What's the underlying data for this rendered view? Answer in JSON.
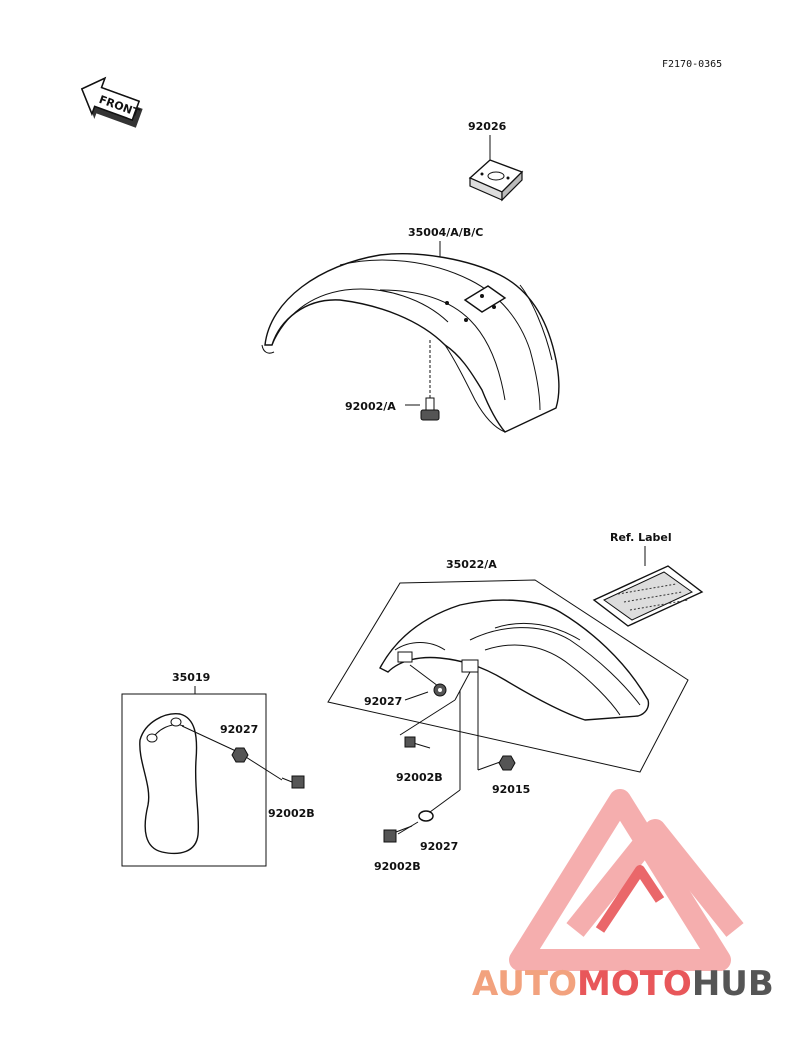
{
  "diagram_code": "F2170-0365",
  "direction_label": "FRONT",
  "labels": {
    "p92026": "92026",
    "p35004": "35004/A/B/C",
    "p92002A": "92002/A",
    "ref_label": "Ref. Label",
    "p35022": "35022/A",
    "p35019": "35019",
    "p92027_left": "92027",
    "p92002B_left": "92002B",
    "p92027_mid": "92027",
    "p92002B_mid": "92002B",
    "p92015": "92015",
    "p92027_low": "92027",
    "p92002B_low": "92002B"
  },
  "watermark": {
    "part1": "AUTO",
    "part2": "MOTO",
    "part3": "HUB",
    "color_main": "#f2a27e",
    "color_accent": "#e8575a",
    "color_dark": "#555555"
  }
}
